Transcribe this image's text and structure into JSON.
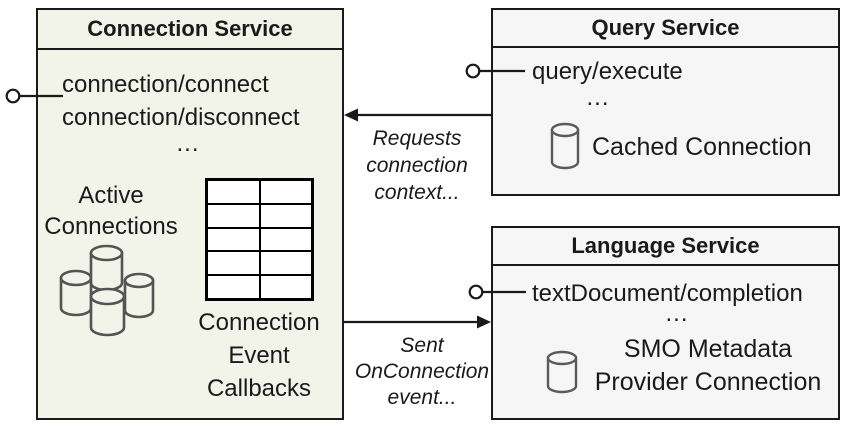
{
  "colors": {
    "connection_box_fill": "#f2f4e9",
    "service_box_fill": "#f6f6f6",
    "border": "#1a1a1a",
    "cylinder_stroke": "#5a5a5a"
  },
  "connection_service": {
    "title": "Connection Service",
    "methods": [
      "connection/connect",
      "connection/disconnect"
    ],
    "ellipsis": "...",
    "active_connections": [
      "Active",
      "Connections"
    ],
    "callbacks": [
      "Connection",
      "Event",
      "Callbacks"
    ]
  },
  "query_service": {
    "title": "Query Service",
    "methods": [
      "query/execute"
    ],
    "ellipsis": "...",
    "cache_label": "Cached Connection"
  },
  "language_service": {
    "title": "Language Service",
    "methods": [
      "textDocument/completion"
    ],
    "ellipsis": "...",
    "cache_label": [
      "SMO Metadata",
      "Provider Connection"
    ]
  },
  "arrows": {
    "requests_label": [
      "Requests",
      "connection",
      "context..."
    ],
    "sent_label": [
      "Sent",
      "OnConnection",
      "event..."
    ]
  }
}
